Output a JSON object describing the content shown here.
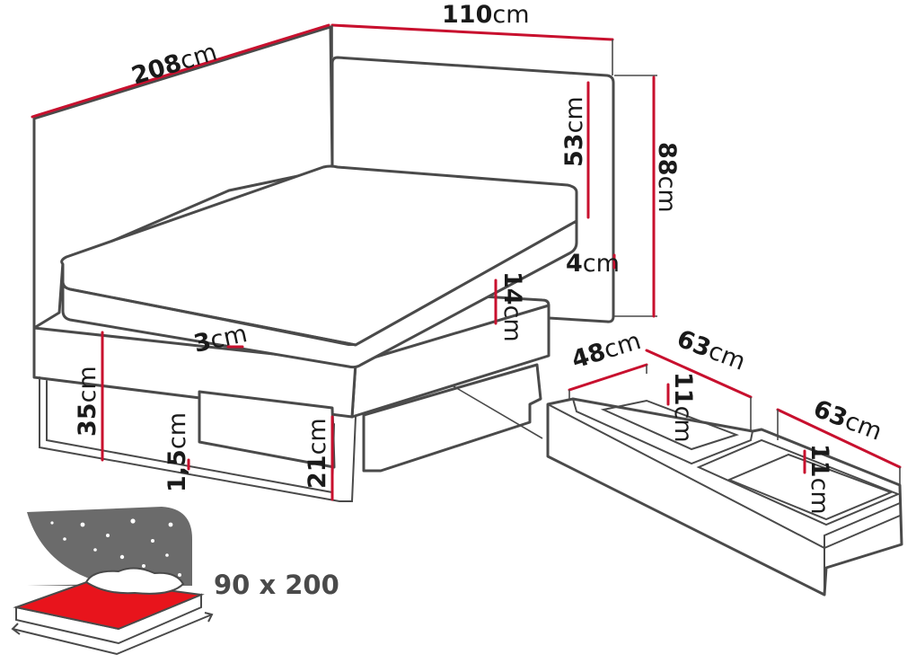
{
  "dimensions": {
    "length": {
      "value": "208",
      "unit": "cm"
    },
    "width": {
      "value": "110",
      "unit": "cm"
    },
    "headboard_total": {
      "value": "88",
      "unit": "cm"
    },
    "headboard_panel": {
      "value": "53",
      "unit": "cm"
    },
    "headboard_thick": {
      "value": "4",
      "unit": "cm"
    },
    "frame_thick": {
      "value": "3",
      "unit": "cm"
    },
    "side_height": {
      "value": "14",
      "unit": "cm"
    },
    "bed_height": {
      "value": "35",
      "unit": "cm"
    },
    "base_thick": {
      "value": "1,5",
      "unit": "cm"
    },
    "clearance": {
      "value": "21",
      "unit": "cm"
    },
    "drawer_depth": {
      "value": "48",
      "unit": "cm"
    },
    "drawer1_width": {
      "value": "63",
      "unit": "cm"
    },
    "drawer1_height": {
      "value": "11",
      "unit": "cm"
    },
    "drawer2_width": {
      "value": "63",
      "unit": "cm"
    },
    "drawer2_height": {
      "value": "11",
      "unit": "cm"
    }
  },
  "mattress_size": "90 x 200",
  "colors": {
    "line": "#4a4a4a",
    "dimension": "#c8102e",
    "night_sky": "#6b6b6b",
    "mattress_icon": "#e8141c"
  },
  "icons": [
    "night-sky-icon",
    "mattress-size-icon",
    "double-arrow-icon"
  ]
}
